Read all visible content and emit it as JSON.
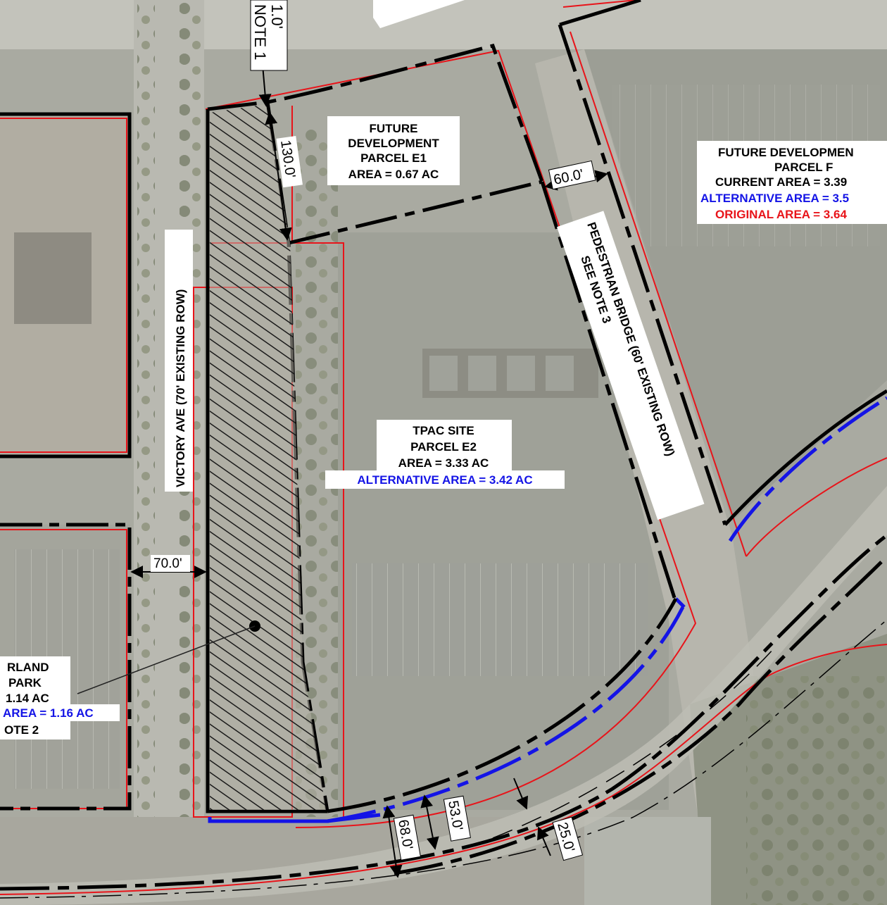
{
  "map": {
    "labels": {
      "note1_dim": "1.0'",
      "note1": "NOTE 1",
      "parcel_e1": {
        "line1": "FUTURE",
        "line2": "DEVELOPMENT",
        "line3": "PARCEL E1",
        "area": "AREA = 0.67 AC"
      },
      "parcel_f": {
        "line1": "FUTURE DEVELOPMEN",
        "line2": "PARCEL F",
        "current": "CURRENT AREA = 3.39",
        "alternative": "ALTERNATIVE AREA = 3.5",
        "original": "ORIGINAL AREA = 3.64"
      },
      "tpac": {
        "line1": "TPAC SITE",
        "line2": "PARCEL E2",
        "area": "AREA = 3.33 AC",
        "alternative": "ALTERNATIVE AREA =  3.42 AC"
      },
      "park": {
        "line1": "RLAND",
        "line2": "PARK",
        "line3": "1.14 AC",
        "alternative": "AREA =  1.16 AC",
        "note": "OTE 2"
      },
      "victory_ave": "VICTORY AVE (70' EXISTING ROW)",
      "bridge_line1": "PEDESTRIAN BRIDGE (60' EXISTING ROW)",
      "bridge_line2": "SEE NOTE 3"
    },
    "dimensions": {
      "d130": "130.0'",
      "d60": "60.0'",
      "d70": "70.0'",
      "d68": "68.0'",
      "d53": "53.0'",
      "d25": "25.0'"
    },
    "colors": {
      "boundary": "#000000",
      "original": "#e8141a",
      "alternative": "#1414e6",
      "aerial_base": "#a7a89f"
    }
  }
}
